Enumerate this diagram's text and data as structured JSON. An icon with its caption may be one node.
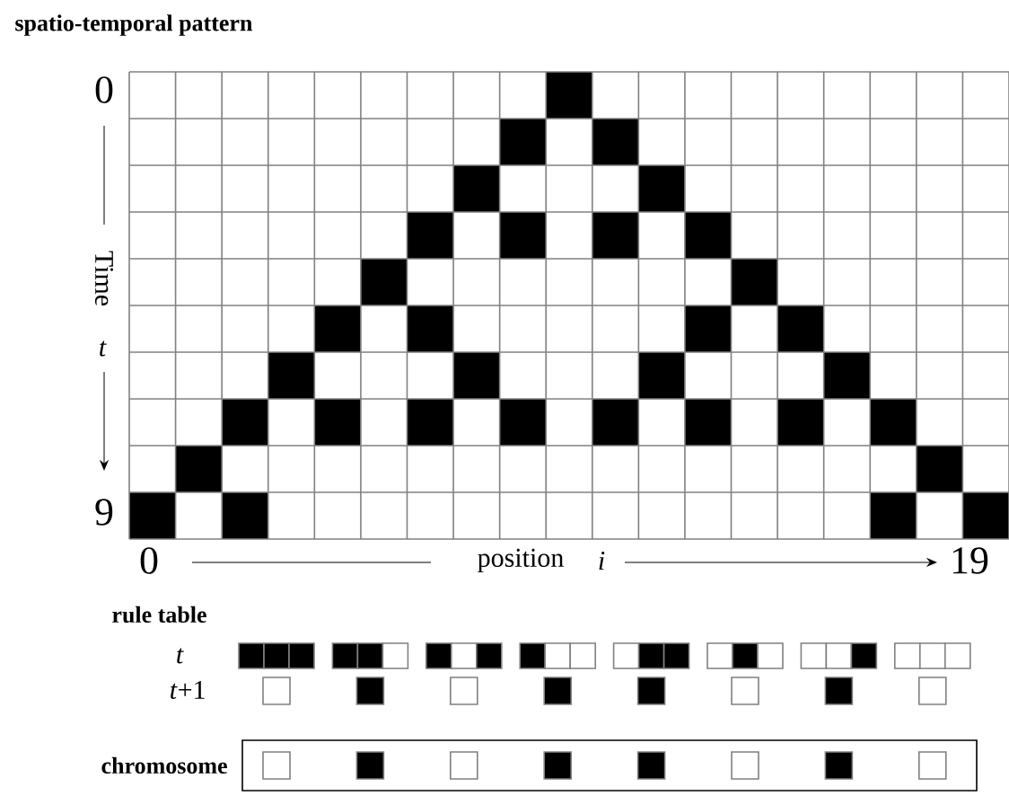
{
  "diagram": {
    "title": "spatio-temporal pattern",
    "nodes": [
      {
        "text": [
          "chromosome"
        ]
      }
    ],
    "edges": [],
    "labels": [
      "0",
      "Time",
      "t",
      "9",
      "0",
      "position",
      "i",
      "19",
      "rule table",
      "t",
      "*t*+1"
    ]
  }
}
